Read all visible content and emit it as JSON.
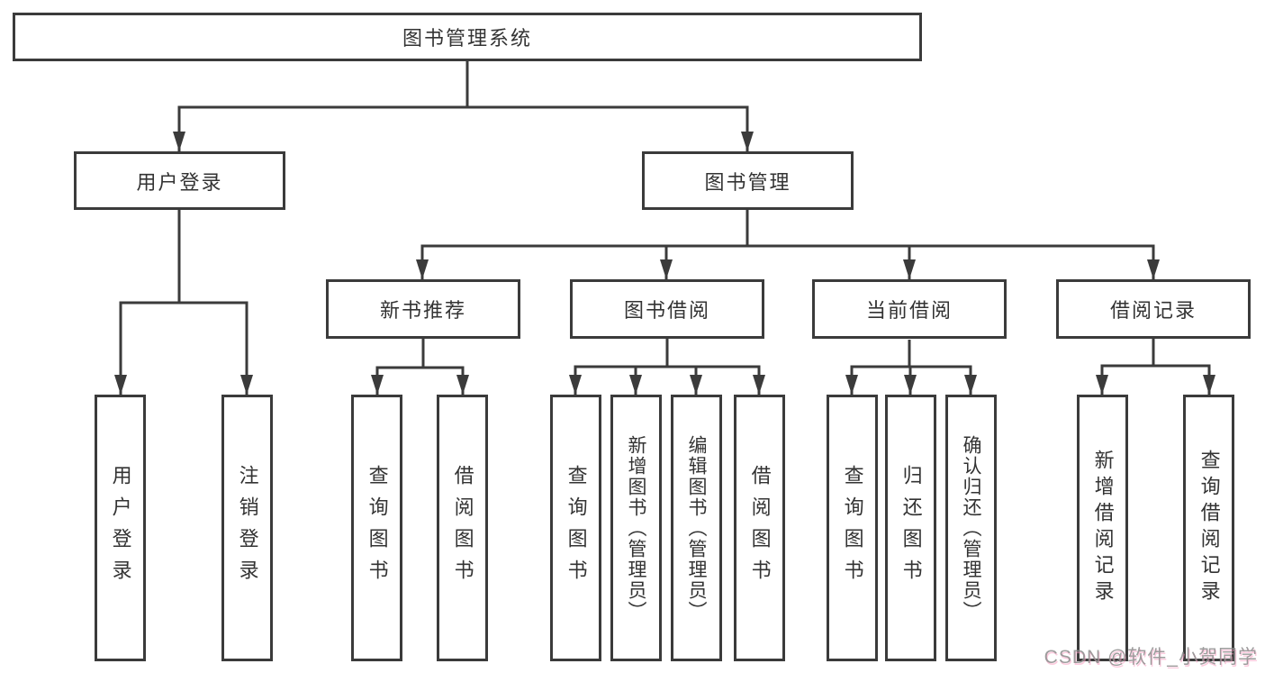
{
  "diagram_title": "图书管理系统",
  "root": {
    "label": "图书管理系统"
  },
  "level2": [
    {
      "label": "用户登录"
    },
    {
      "label": "图书管理"
    }
  ],
  "level3": [
    {
      "label": "新书推荐",
      "parent": "图书管理"
    },
    {
      "label": "图书借阅",
      "parent": "图书管理"
    },
    {
      "label": "当前借阅",
      "parent": "图书管理"
    },
    {
      "label": "借阅记录",
      "parent": "图书管理"
    }
  ],
  "leaves": [
    {
      "label": "用户登录",
      "parent": "用户登录"
    },
    {
      "label": "注销登录",
      "parent": "用户登录"
    },
    {
      "label": "查询图书",
      "parent": "新书推荐"
    },
    {
      "label": "借阅图书",
      "parent": "新书推荐"
    },
    {
      "label": "查询图书",
      "parent": "图书借阅"
    },
    {
      "label": "新增图书（管理员）",
      "parent": "图书借阅"
    },
    {
      "label": "编辑图书（管理员）",
      "parent": "图书借阅"
    },
    {
      "label": "借阅图书",
      "parent": "图书借阅"
    },
    {
      "label": "查询图书",
      "parent": "当前借阅"
    },
    {
      "label": "归还图书",
      "parent": "当前借阅"
    },
    {
      "label": "确认归还（管理员）",
      "parent": "当前借阅"
    },
    {
      "label": "新增借阅记录",
      "parent": "借阅记录"
    },
    {
      "label": "查询借阅记录",
      "parent": "借阅记录"
    }
  ],
  "watermark": {
    "text": "CSDN @软件_小贺同学"
  },
  "colors": {
    "line": "#3b3b3b",
    "text": "#333333",
    "background": "#ffffff",
    "watermark_gray": "#8c8c8c",
    "watermark_pink": "#faa0c3"
  }
}
